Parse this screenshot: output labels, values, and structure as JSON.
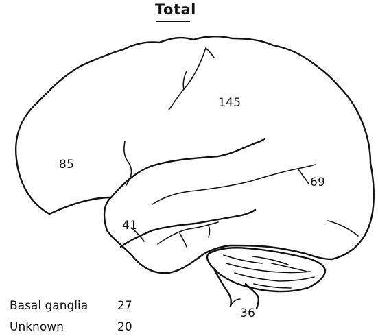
{
  "figure": {
    "title": "Total",
    "regions": [
      {
        "id": "frontal",
        "value": "85"
      },
      {
        "id": "parietal",
        "value": "145"
      },
      {
        "id": "occipital",
        "value": "69"
      },
      {
        "id": "temporal",
        "value": "41"
      },
      {
        "id": "cerebellum",
        "value": "36"
      }
    ],
    "legend": [
      {
        "name": "Basal ganglia",
        "value": "27"
      },
      {
        "name": "Unknown",
        "value": "20"
      }
    ]
  }
}
